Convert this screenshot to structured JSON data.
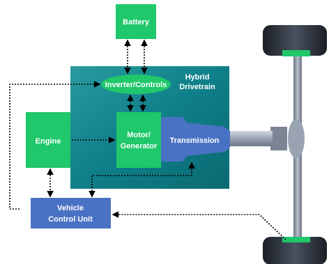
{
  "labels": {
    "battery": "Battery",
    "inverter": "Inverter/Controls",
    "hybrid_line1": "Hybrid",
    "hybrid_line2": "Drivetrain",
    "engine": "Engine",
    "motor_line1": "Motor/",
    "motor_line2": "Generator",
    "transmission": "Transmission",
    "vcu_line1": "Vehicle",
    "vcu_line2": "Control Unit"
  },
  "colors": {
    "component_green": "#1fc86a",
    "drivetrain_teal": "#0f7f88",
    "transmission_blue": "#4a72c4",
    "control_unit_blue": "#4a72c4",
    "tire_dark": "#2a2f38",
    "axle_gray": "#8d96a6",
    "hub_green": "#1fc86a"
  }
}
